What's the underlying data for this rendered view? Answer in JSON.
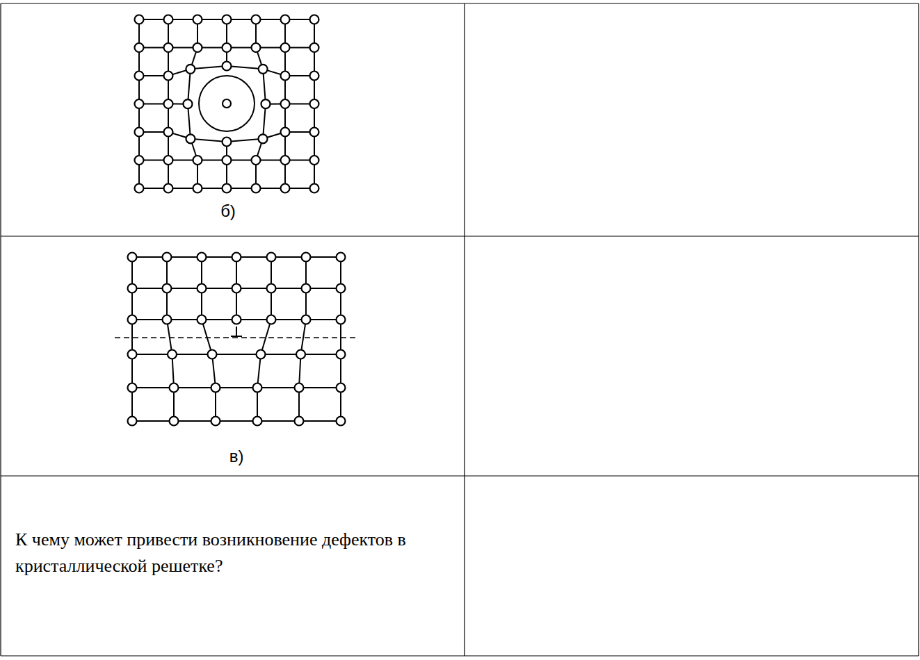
{
  "diagram": {
    "labels": [
      "б)",
      "в)",
      "К чему может привести возникновение дефектов в кристаллической решетке?"
    ]
  }
}
